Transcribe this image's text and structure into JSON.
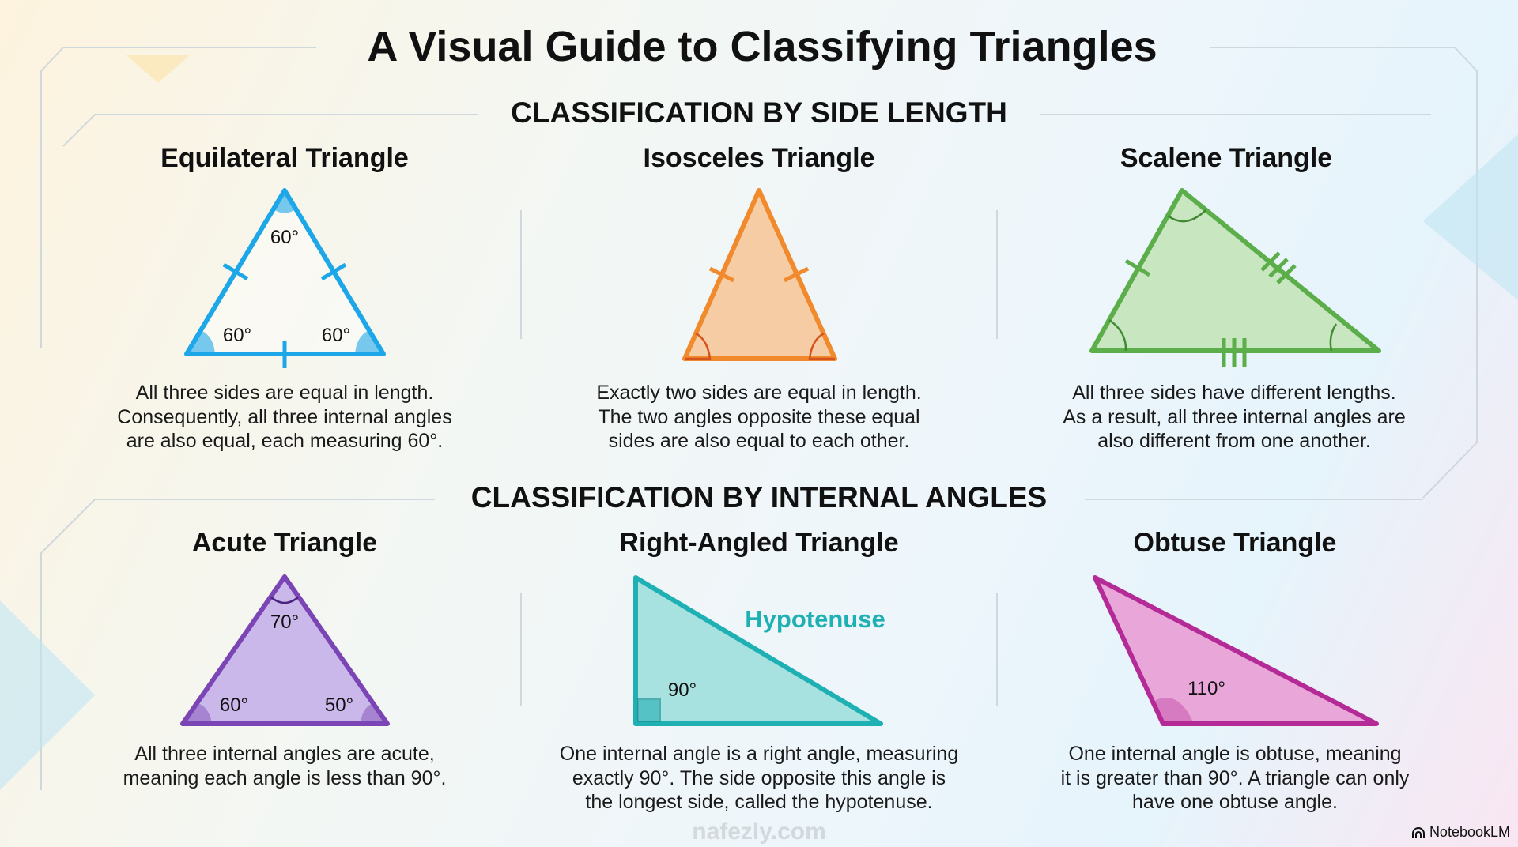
{
  "title": "A Visual Guide to Classifying Triangles",
  "sections": [
    {
      "heading": "CLASSIFICATION BY SIDE LENGTH",
      "items": [
        {
          "name": "Equilateral Triangle",
          "angles": [
            "60°",
            "60°",
            "60°"
          ],
          "desc": [
            "All three sides are equal in length.",
            "Consequently, all three internal angles",
            "are also equal, each measuring 60°."
          ],
          "color": "#1ea7e8"
        },
        {
          "name": "Isosceles Triangle",
          "desc": [
            "Exactly two sides are equal in length.",
            "The two angles opposite these equal",
            "sides are also equal to each other."
          ],
          "color": "#f08a2c"
        },
        {
          "name": "Scalene Triangle",
          "desc": [
            "All three sides have different lengths.",
            "As a result, all three internal angles are",
            "also different from one another."
          ],
          "color": "#5cae4a"
        }
      ]
    },
    {
      "heading": "CLASSIFICATION BY INTERNAL ANGLES",
      "items": [
        {
          "name": "Acute Triangle",
          "angles": [
            "70°",
            "60°",
            "50°"
          ],
          "desc": [
            "All three internal angles are acute,",
            "meaning each angle is less than 90°."
          ],
          "color": "#7b45b5"
        },
        {
          "name": "Right-Angled Triangle",
          "angles": [
            "90°"
          ],
          "hyp": "Hypotenuse",
          "desc": [
            "One internal angle is a right angle, measuring",
            "exactly 90°. The side opposite this angle is",
            "the longest side, called the hypotenuse."
          ],
          "color": "#1fb0b4"
        },
        {
          "name": "Obtuse Triangle",
          "angles": [
            "110°"
          ],
          "desc": [
            "One internal angle is obtuse, meaning",
            "it is greater than 90°. A triangle can only",
            "have one obtuse angle."
          ],
          "color": "#b42a96"
        }
      ]
    }
  ],
  "watermark": "nafezly.com",
  "brand": "NotebookLM"
}
